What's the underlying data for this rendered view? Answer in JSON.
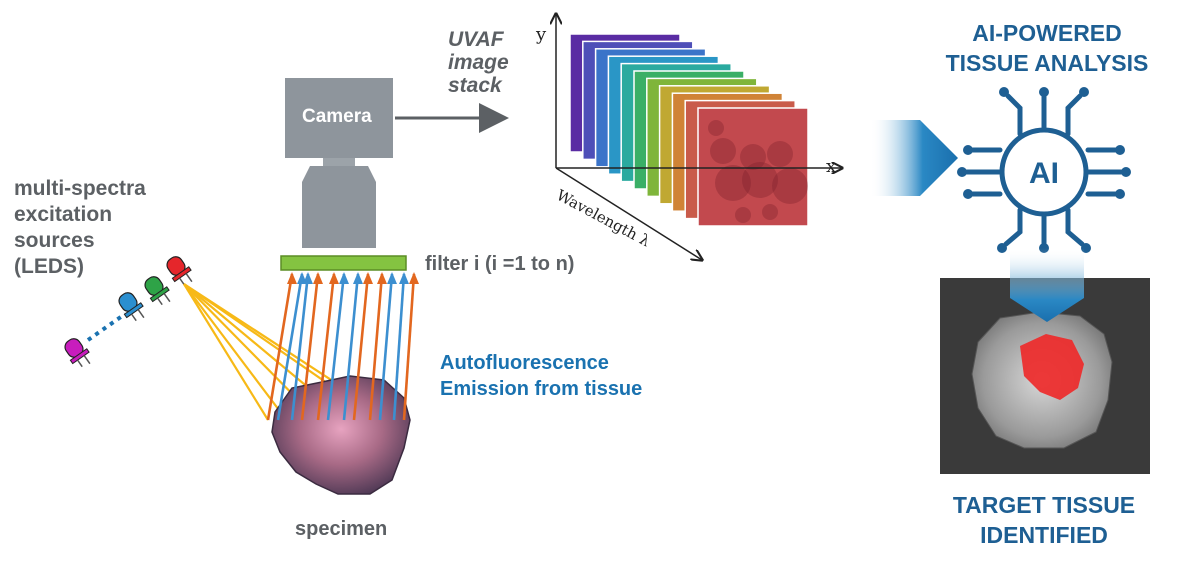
{
  "labels": {
    "leds": [
      "multi-spectra",
      "excitation",
      "sources",
      "(LEDS)"
    ],
    "camera": "Camera",
    "uvaf": [
      "UVAF",
      "image",
      "stack"
    ],
    "filter": "filter i (i =1 to n)",
    "autofluorescence": [
      "Autofluorescence",
      "Emission from tissue"
    ],
    "specimen": "specimen",
    "ai_title": [
      "AI-POWERED",
      "TISSUE ANALYSIS"
    ],
    "ai_chip": "AI",
    "target": [
      "TARGET TISSUE",
      "IDENTIFIED"
    ]
  },
  "axes": {
    "y": "y",
    "x": "x",
    "wavelength": "Wavelength λ"
  },
  "colors": {
    "text_gray": "#5c6064",
    "accent_blue": "#1a72b0",
    "navy": "#1e5f93",
    "camera": "#8e959c",
    "filter": "#84c341",
    "excitation_ray": "#f7b917",
    "emission_orange": "#e2671f",
    "emission_blue": "#3c8fd0"
  },
  "led_colors": [
    "#c81dbd",
    "#2b8fd0",
    "#2ea347",
    "#e5262b"
  ],
  "stack_colors": [
    "#5a2ca3",
    "#4e4fb8",
    "#3b74c9",
    "#2a96c6",
    "#2aaa9f",
    "#3aaf66",
    "#7fb53a",
    "#c0a832",
    "#d08336",
    "#c95b4a",
    "#c2494e"
  ],
  "icons": [
    "led-icon",
    "ai-brain-circuit-icon",
    "arrow-right-icon",
    "arrow-down-icon"
  ]
}
